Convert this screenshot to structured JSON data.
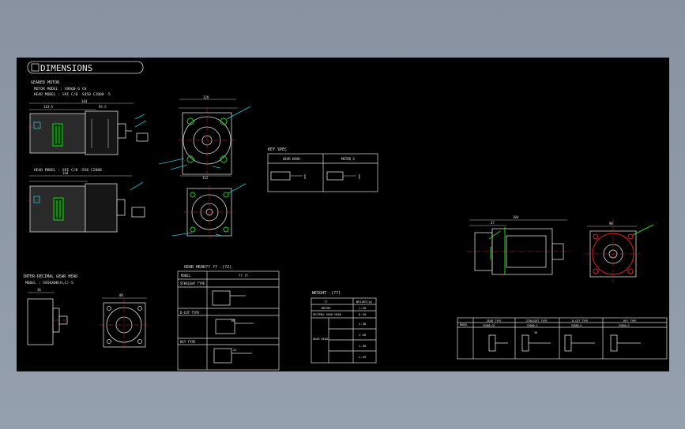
{
  "sheet": {
    "title": "DIMENSIONS",
    "geared_motor_title": "GEARED MOTOR",
    "motor_model": "MOTOR MODEL : S9D60-G  CH",
    "head_model_1": "HEAD MODEL : S9I  C/B  -S450  C2008  -5",
    "head_model_2": "HEAD MODEL : S9I  C/B  -S50  C2008",
    "decimal_title": "INTER-DECIMAL GEAR HEAD",
    "decimal_model": "MODEL : S9I0X0B(H,L)-S",
    "key_spec_title": "KEY SPEC",
    "key_spec_cols": [
      "GEAR HEAD",
      "MOTOR S"
    ],
    "gear_head_title": "GEAR HEAD?? ?? -(?2)",
    "gear_head_rows": [
      "MODEL",
      "STRAIGHT TYPE",
      "D-CUT TYPE",
      "KEY TYPE"
    ],
    "gear_head_col2": "?? ??",
    "weight_title": "WEIGHT -(??)",
    "weight_headers": [
      "??",
      "WEIGHT(g)"
    ],
    "weight_rows": [
      [
        "MOTOR",
        "1.20"
      ],
      [
        "DECIMAL GEAR HEAD",
        "0.50"
      ],
      [
        "GEAR HEAD",
        "1.30"
      ],
      [
        "",
        "1.30"
      ],
      [
        "",
        "1.40"
      ],
      [
        "",
        "1.45"
      ]
    ],
    "bottom_table_headers": [
      "MODEL",
      "GEAR TYPE",
      "STRAIGHT TYPE",
      "D-CUT TYPE",
      "KEY TYPE"
    ],
    "bottom_table_models": [
      "S9D60-GS",
      "S9D60-G",
      "S9D60-G",
      "S9D60-G"
    ]
  },
  "dims": {
    "d_144": "144",
    "d_143": "143.5",
    "d_955": "95.5",
    "d_120": "120",
    "d_90": "90",
    "d_112": "112",
    "d_104": "104",
    "d_27": "27",
    "d_36": "36",
    "d_80": "80",
    "d_18": "18",
    "d_22": "22",
    "d_30": "30"
  },
  "colors": {
    "background": "#000000",
    "frame": "#8a95a3",
    "line": "#d8d8d8",
    "green": "#19d419",
    "cyan": "#1cc6d6",
    "red": "#e42020"
  }
}
